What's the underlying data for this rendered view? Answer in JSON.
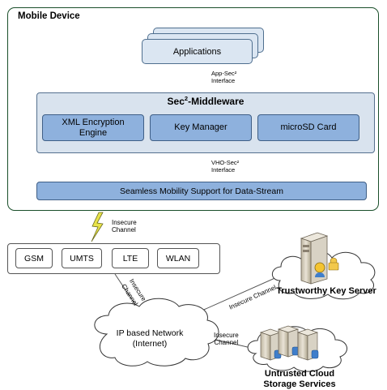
{
  "device": {
    "title": "Mobile Device",
    "apps_label": "Applications",
    "app_sec_iface": [
      "App-Sec²",
      "Interface"
    ],
    "middleware_title": "Sec",
    "middleware_sup": "2",
    "middleware_suffix": "-Middleware",
    "modules": [
      {
        "line1": "XML Encryption",
        "line2": "Engine"
      },
      {
        "line1": "Key Manager",
        "line2": ""
      },
      {
        "line1": "microSD Card",
        "line2": ""
      }
    ],
    "vho_sec_iface": [
      "VHO-Sec²",
      "Interface"
    ],
    "mobility_label": "Seamless Mobility Support for Data-Stream"
  },
  "network": {
    "insecure_channel_top": [
      "Insecure",
      "Channel"
    ],
    "radios": [
      "GSM",
      "UMTS",
      "LTE",
      "WLAN"
    ],
    "insecure_channel_diag": [
      "Insecure",
      "Channel"
    ],
    "insecure_channel_key": "Insecure Channel",
    "insecure_channel_cloud": [
      "Insecure",
      "Channel"
    ],
    "ip_network": [
      "IP based Network",
      "(Internet)"
    ],
    "key_server": "Trustworthy Key Server",
    "cloud_storage": [
      "Untrusted Cloud",
      "Storage Services"
    ]
  }
}
